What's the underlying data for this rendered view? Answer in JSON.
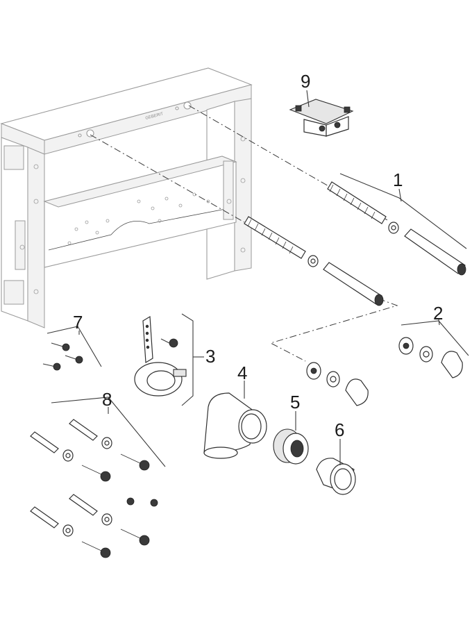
{
  "diagram": {
    "frame_marking": "GEBERIT",
    "callouts": [
      {
        "id": "1",
        "label": "1"
      },
      {
        "id": "2",
        "label": "2"
      },
      {
        "id": "3",
        "label": "3"
      },
      {
        "id": "4",
        "label": "4"
      },
      {
        "id": "5",
        "label": "5"
      },
      {
        "id": "6",
        "label": "6"
      },
      {
        "id": "7",
        "label": "7"
      },
      {
        "id": "8",
        "label": "8"
      },
      {
        "id": "9",
        "label": "9"
      }
    ]
  }
}
